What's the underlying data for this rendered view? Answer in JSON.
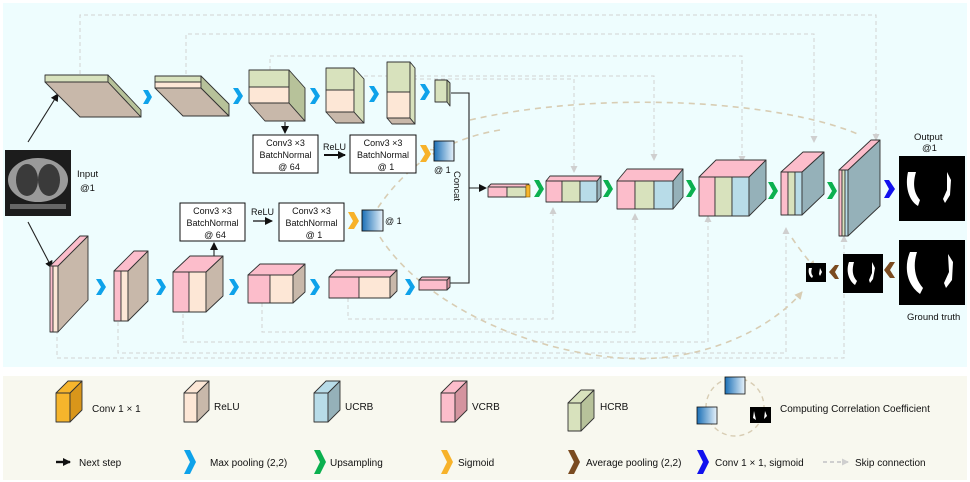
{
  "colors": {
    "main_bg": "#eefdfe",
    "legend_bg": "#f8f8ef",
    "hcrb_front": "#d8e2bd",
    "hcrb_side": "#b7c29a",
    "relu_front": "#fde7d6",
    "relu_side": "#c8b8aa",
    "ucrb_front": "#b8dce8",
    "ucrb_side": "#95b1b9",
    "vcrb_front": "#fcbdcb",
    "vcrb_side": "#d4949f",
    "conv1_front": "#f6b52c",
    "conv1_side": "#d9961a",
    "max_pool_arrow": "#0ea2ea",
    "upsampling_arrow": "#0bb04f",
    "sigmoid_arrow": "#f7b22a",
    "avg_pool_arrow": "#7a4b20",
    "conv_sigmoid_arrow": "#1111ee",
    "skip_connection": "#d2d2d2",
    "correlation_path": "#d8cdb4"
  },
  "input": {
    "label": "Input",
    "channels": "@1"
  },
  "output": {
    "label": "Output",
    "channels": "@1"
  },
  "ground_truth": {
    "label": "Ground truth"
  },
  "concat_label": "Concat",
  "top_branch": {
    "conv_box_1": {
      "line1": "Conv3 ×3",
      "line2": "BatchNormal",
      "line3": "@ 64"
    },
    "relu_label": "ReLU",
    "conv_box_2": {
      "line1": "Conv3 ×3",
      "line2": "BatchNormal",
      "line3": "@ 1"
    },
    "attention_channels": "@ 1"
  },
  "bottom_branch": {
    "conv_box_1": {
      "line1": "Conv3 ×3",
      "line2": "BatchNormal",
      "line3": "@ 64"
    },
    "relu_label": "ReLU",
    "conv_box_2": {
      "line1": "Conv3 ×3",
      "line2": "BatchNormal",
      "line3": "@ 1"
    },
    "attention_channels": "@ 1"
  },
  "legend": {
    "blocks": [
      {
        "icon": "conv1x1-block-icon",
        "label": "Conv 1 × 1"
      },
      {
        "icon": "relu-block-icon",
        "label": "ReLU"
      },
      {
        "icon": "ucrb-block-icon",
        "label": "UCRB"
      },
      {
        "icon": "vcrb-block-icon",
        "label": "VCRB"
      },
      {
        "icon": "hcrb-block-icon",
        "label": "HCRB"
      },
      {
        "icon": "correlation-cycle-icon",
        "label": "Computing Correlation Coefficient"
      }
    ],
    "arrows": [
      {
        "icon": "next-step-arrow-icon",
        "label": "Next step"
      },
      {
        "icon": "max-pooling-arrow-icon",
        "label": "Max pooling (2,2)"
      },
      {
        "icon": "upsampling-arrow-icon",
        "label": "Upsampling"
      },
      {
        "icon": "sigmoid-arrow-icon",
        "label": "Sigmoid"
      },
      {
        "icon": "average-pooling-arrow-icon",
        "label": "Average pooling (2,2)"
      },
      {
        "icon": "conv-sigmoid-arrow-icon",
        "label": "Conv 1 × 1, sigmoid"
      },
      {
        "icon": "skip-connection-arrow-icon",
        "label": "Skip connection"
      }
    ]
  }
}
